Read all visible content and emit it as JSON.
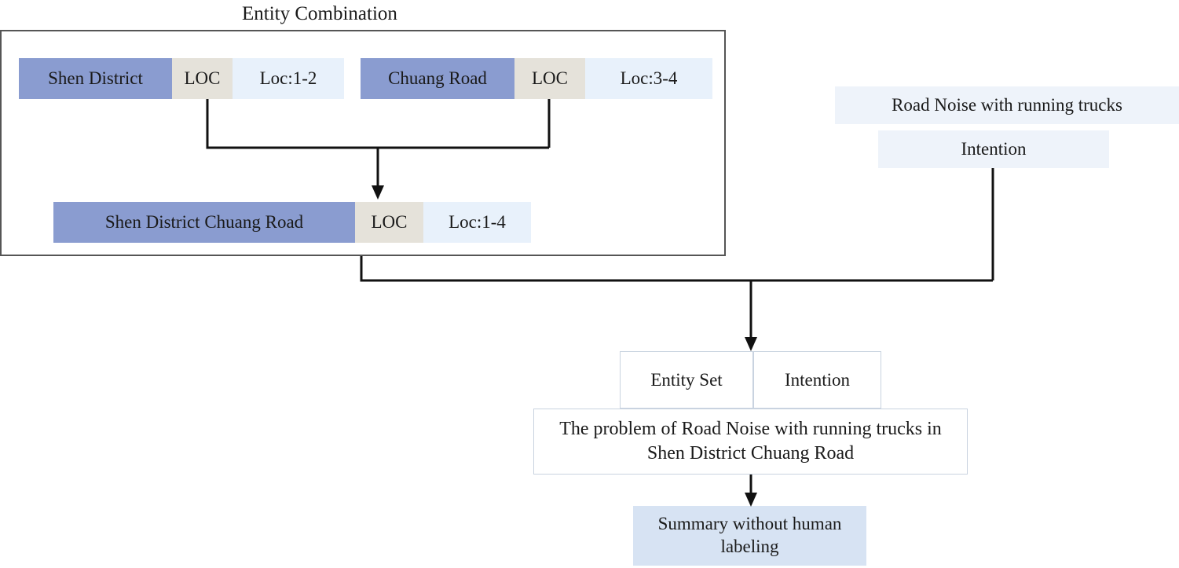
{
  "diagram": {
    "title": "Entity Combination",
    "entity_combination": {
      "source_entities": [
        {
          "name": "Shen District",
          "tag": "LOC",
          "span": "Loc:1-2"
        },
        {
          "name": "Chuang Road",
          "tag": "LOC",
          "span": "Loc:3-4"
        }
      ],
      "merged_entity": {
        "name": "Shen District Chuang Road",
        "tag": "LOC",
        "span": "Loc:1-4"
      }
    },
    "intention": {
      "text": "Road Noise with running trucks",
      "label": "Intention"
    },
    "result_header": {
      "entity_set_label": "Entity Set",
      "intention_label": "Intention"
    },
    "sentence": "The problem of Road Noise with running trucks in Shen District Chuang Road",
    "summary": "Summary without human labeling"
  },
  "colors": {
    "entity_name_bg": "#8a9cd0",
    "entity_tag_bg": "#e5e2da",
    "entity_span_bg": "#e8f1fb",
    "intention_bg": "#dce6f5",
    "summary_bg": "#d7e3f3",
    "panel_border": "#555555",
    "arrow": "#111111"
  }
}
